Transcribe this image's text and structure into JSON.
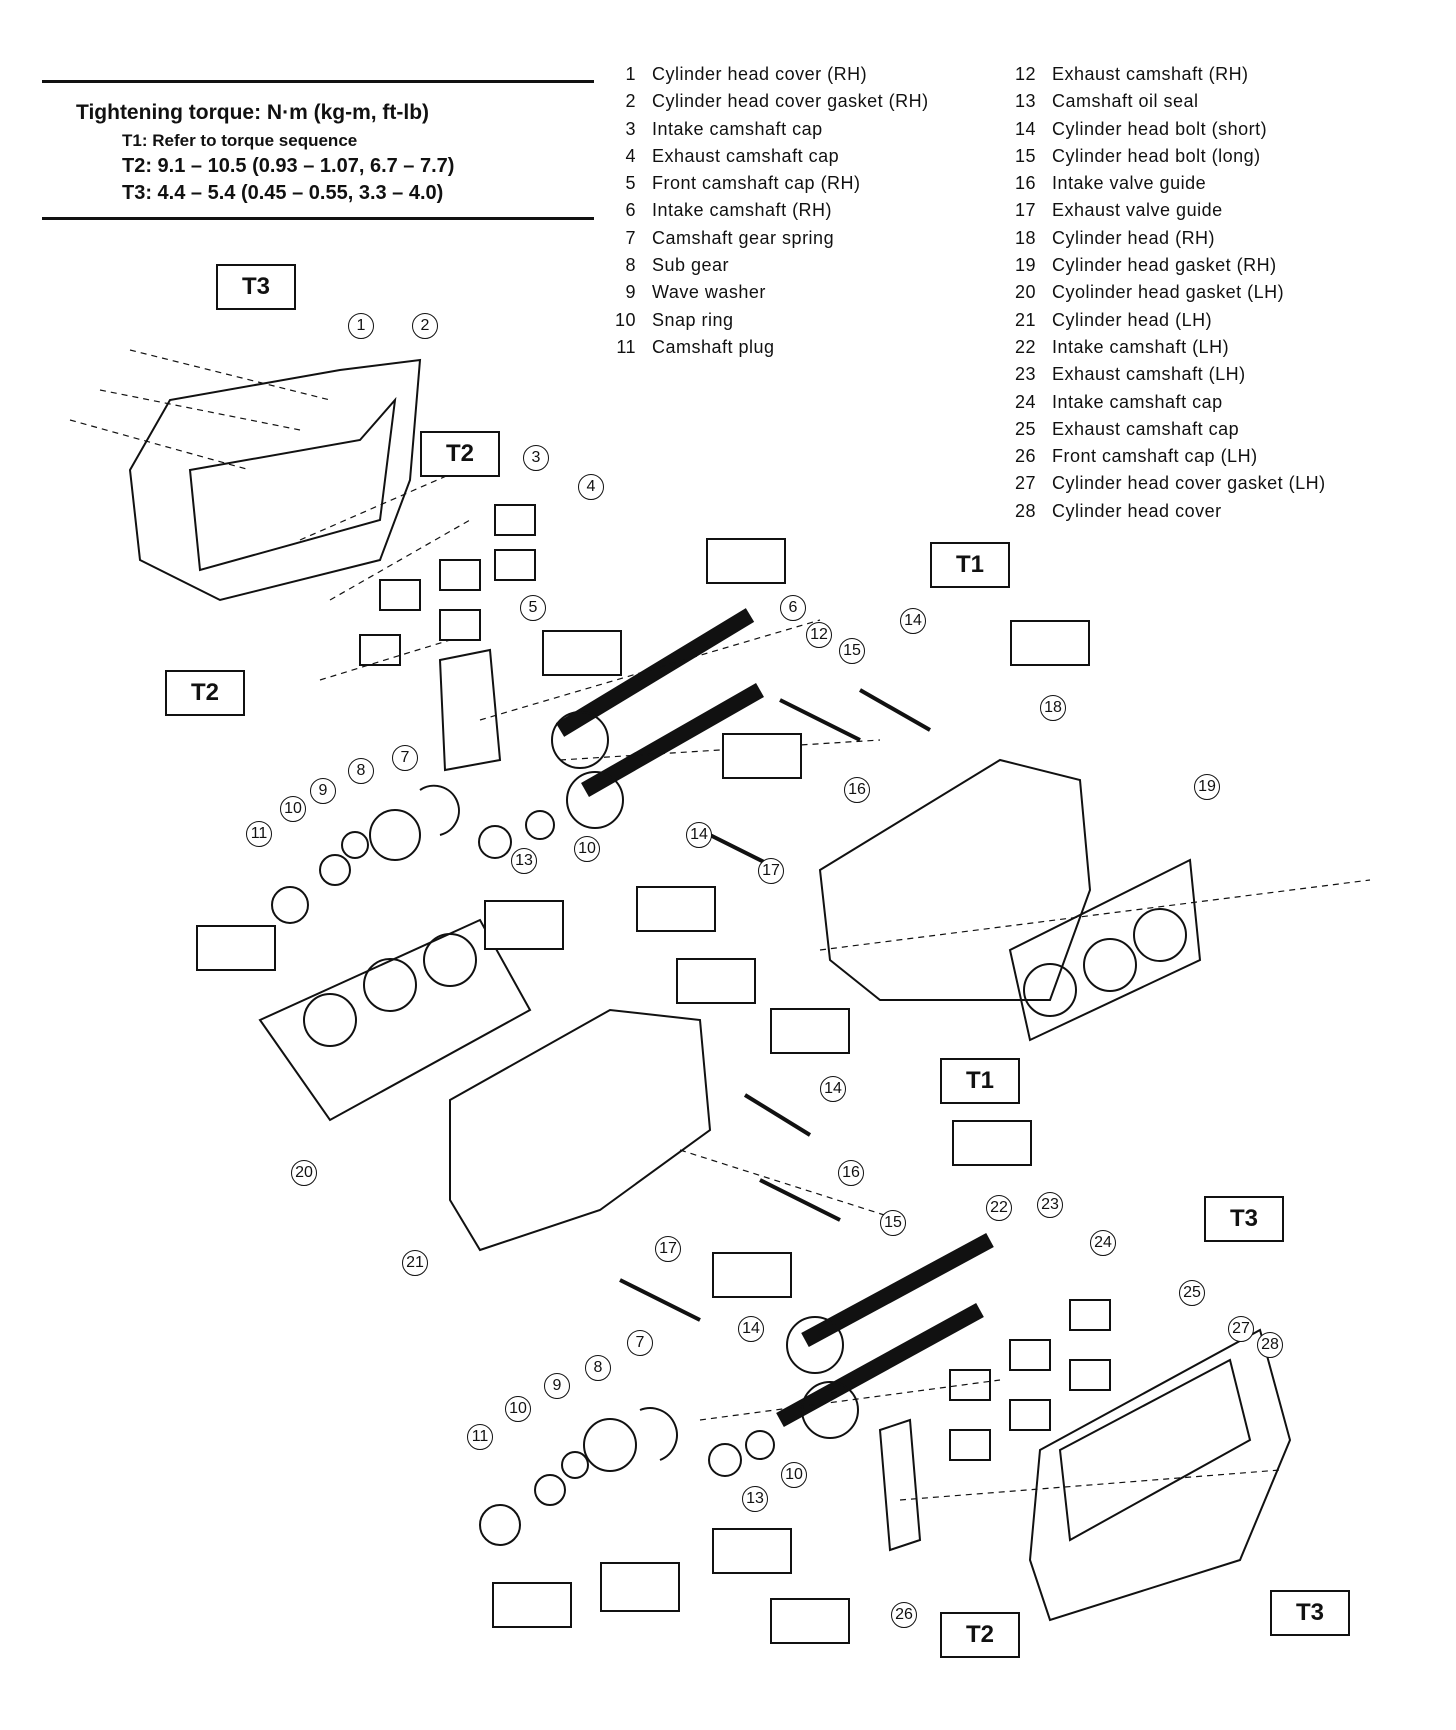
{
  "torque": {
    "title": "Tightening torque:  N·m (kg-m, ft-lb)",
    "t1_label": "T1:",
    "t1_text": "Refer to torque sequence",
    "t2": "T2: 9.1 – 10.5 (0.93 – 1.07, 6.7 – 7.7)",
    "t3": "T3: 4.4 – 5.4 (0.45 – 0.55, 3.3 – 4.0)"
  },
  "legend_left": [
    {
      "n": "1",
      "label": "Cylinder head cover (RH)"
    },
    {
      "n": "2",
      "label": "Cylinder head cover gasket (RH)"
    },
    {
      "n": "3",
      "label": "Intake camshaft cap"
    },
    {
      "n": "4",
      "label": "Exhaust camshaft cap"
    },
    {
      "n": "5",
      "label": "Front camshaft cap (RH)"
    },
    {
      "n": "6",
      "label": "Intake camshaft (RH)"
    },
    {
      "n": "7",
      "label": "Camshaft gear spring"
    },
    {
      "n": "8",
      "label": "Sub gear"
    },
    {
      "n": "9",
      "label": "Wave washer"
    },
    {
      "n": "10",
      "label": "Snap ring"
    },
    {
      "n": "11",
      "label": "Camshaft plug"
    }
  ],
  "legend_right": [
    {
      "n": "12",
      "label": "Exhaust camshaft (RH)"
    },
    {
      "n": "13",
      "label": "Camshaft oil seal"
    },
    {
      "n": "14",
      "label": "Cylinder head bolt (short)"
    },
    {
      "n": "15",
      "label": "Cylinder head bolt (long)"
    },
    {
      "n": "16",
      "label": "Intake valve guide"
    },
    {
      "n": "17",
      "label": "Exhaust valve guide"
    },
    {
      "n": "18",
      "label": "Cylinder head (RH)"
    },
    {
      "n": "19",
      "label": "Cylinder head gasket (RH)"
    },
    {
      "n": "20",
      "label": "Cyolinder head gasket (LH)"
    },
    {
      "n": "21",
      "label": "Cylinder head (LH)"
    },
    {
      "n": "22",
      "label": "Intake camshaft (LH)"
    },
    {
      "n": "23",
      "label": "Exhaust camshaft (LH)"
    },
    {
      "n": "24",
      "label": "Intake camshaft cap"
    },
    {
      "n": "25",
      "label": "Exhaust camshaft cap"
    },
    {
      "n": "26",
      "label": "Front camshaft cap (LH)"
    },
    {
      "n": "27",
      "label": "Cylinder head cover gasket (LH)"
    },
    {
      "n": "28",
      "label": "Cylinder head cover"
    }
  ],
  "boxes": {
    "t1": "T1",
    "t2": "T2",
    "t3": "T3"
  },
  "callouts": {
    "c1": "1",
    "c2": "2",
    "c3": "3",
    "c4": "4",
    "c5": "5",
    "c6": "6",
    "c7": "7",
    "c8": "8",
    "c9": "9",
    "c10": "10",
    "c11": "11",
    "c12": "12",
    "c13": "13",
    "c14": "14",
    "c15": "15",
    "c16": "16",
    "c17": "17",
    "c18": "18",
    "c19": "19",
    "c20": "20",
    "c21": "21",
    "c22": "22",
    "c23": "23",
    "c24": "24",
    "c25": "25",
    "c26": "26",
    "c27": "27",
    "c28": "28"
  }
}
